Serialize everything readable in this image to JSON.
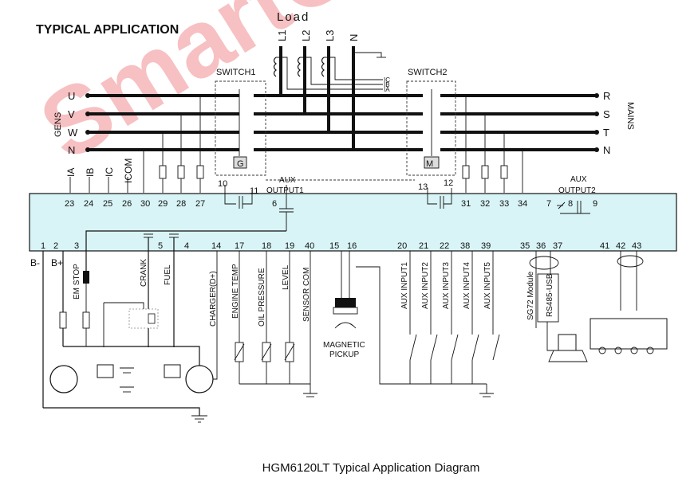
{
  "header": {
    "title": "TYPICAL APPLICATION",
    "load_label": "Load",
    "caption": "HGM6120LT Typical Application Diagram",
    "watermark": "SmartGen",
    "watermark_color": "#e21b24"
  },
  "load_phases": [
    "L1",
    "L2",
    "L3",
    "N"
  ],
  "ct_labels": [
    "IC",
    "IB",
    "IA"
  ],
  "gens": {
    "side_label": "GENS",
    "phases": [
      "U",
      "V",
      "W",
      "N"
    ]
  },
  "mains": {
    "side_label": "MAINS",
    "phases": [
      "R",
      "S",
      "T",
      "N"
    ]
  },
  "switch1": {
    "label": "SWITCH1",
    "box": "G"
  },
  "switch2": {
    "label": "SWITCH2",
    "box": "M"
  },
  "aux1": {
    "label_top": "AUX",
    "label_bottom": "OUTPUT1"
  },
  "aux2": {
    "label_top": "AUX",
    "label_bottom": "OUTPUT2"
  },
  "current_inputs": [
    "IA",
    "IB",
    "IC",
    "ICOM"
  ],
  "top_terminals": [
    "23",
    "24",
    "25",
    "26",
    "30",
    "29",
    "28",
    "27",
    "10",
    "11",
    "6",
    "13",
    "12",
    "31",
    "32",
    "33",
    "34",
    "7",
    "8",
    "9"
  ],
  "bottom_terminals": [
    "1",
    "2",
    "3",
    "5",
    "4",
    "14",
    "17",
    "18",
    "19",
    "40",
    "15",
    "16",
    "20",
    "21",
    "22",
    "38",
    "39",
    "35",
    "36",
    "37",
    "41",
    "42",
    "43"
  ],
  "battery": {
    "neg": "B-",
    "pos": "B+"
  },
  "signals": {
    "em_stop": "EM STOP",
    "crank": "CRANK",
    "fuel": "FUEL",
    "charger": "CHARGER(D+)",
    "engine_temp": "ENGINE TEMP",
    "oil_pressure": "OIL PRESSURE",
    "level": "LEVEL",
    "sensor_com": "SENSOR COM",
    "magnetic_top": "MAGNETIC",
    "magnetic_bottom": "PICKUP",
    "sg72": "SG72 Module",
    "rs485": "RS485-USB"
  },
  "aux_inputs": [
    "AUX INPUT1",
    "AUX INPUT2",
    "AUX INPUT3",
    "AUX INPUT4",
    "AUX INPUT5"
  ],
  "colors": {
    "controller_fill": "#d9f4f6",
    "ink": "#111111"
  }
}
